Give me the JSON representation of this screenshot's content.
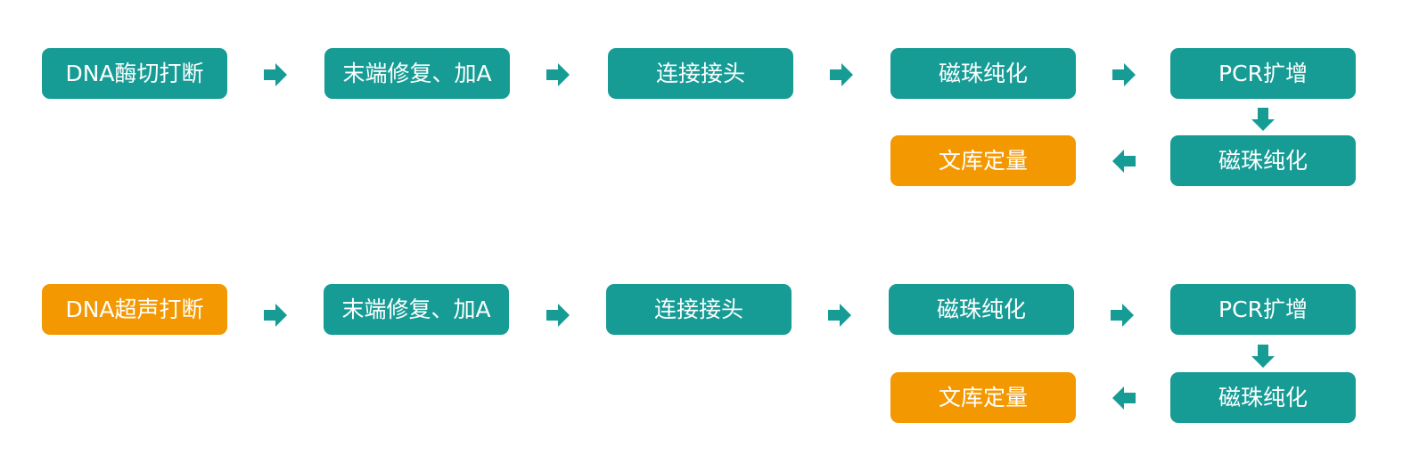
{
  "colors": {
    "teal": "#169c95",
    "orange": "#f39800",
    "arrow": "#169c95",
    "background": "#ffffff"
  },
  "workflows": [
    {
      "steps": [
        "DNA酶切打断",
        "末端修复、加A",
        "连接接头",
        "磁珠纯化",
        "PCR扩增",
        "磁珠纯化",
        "文库定量"
      ]
    },
    {
      "steps": [
        "DNA超声打断",
        "末端修复、加A",
        "连接接头",
        "磁珠纯化",
        "PCR扩增",
        "磁珠纯化",
        "文库定量"
      ]
    }
  ],
  "icons": {
    "right": "arrow-right-icon",
    "down": "arrow-down-icon",
    "left": "arrow-left-icon"
  }
}
